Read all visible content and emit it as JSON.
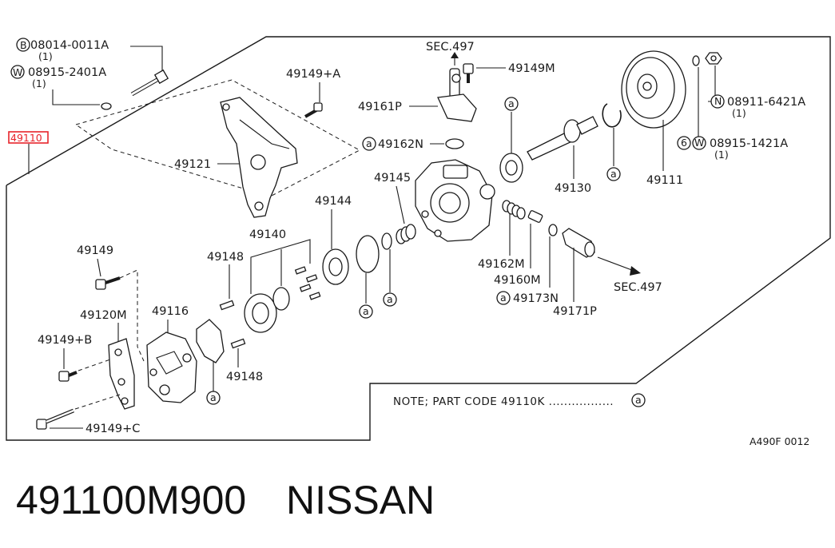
{
  "diagram": {
    "highlight_label": "49110",
    "highlight_color": "#e8242b",
    "labels": {
      "p08014": "08014-0011A",
      "p08014_qty": "(1)",
      "p08915a": "08915-2401A",
      "p08915a_qty": "(1)",
      "p49149a": "49149+A",
      "p49161p": "49161P",
      "sec497_top": "SEC.497",
      "p49149m": "49149M",
      "p49162n": "49162N",
      "p49121": "49121",
      "p49145": "49145",
      "p49144": "49144",
      "p49140": "49140",
      "p49148_top": "49148",
      "p49148_bot": "49148",
      "p49149": "49149",
      "p49120m": "49120M",
      "p49116": "49116",
      "p49149b": "49149+B",
      "p49149c": "49149+C",
      "p49130": "49130",
      "p49111": "49111",
      "p08911": "08911-6421A",
      "p08911_qty": "(1)",
      "p08915b": "08915-1421A",
      "p08915b_qty": "(1)",
      "p49162m": "49162M",
      "p49160m": "49160M",
      "p49173n": "49173N",
      "p49171p": "49171P",
      "sec497_right": "SEC.497"
    },
    "markers": {
      "b": "B",
      "w": "W",
      "n": "N",
      "six": "6",
      "a": "a"
    },
    "note": "NOTE; PART CODE 49110K .................",
    "drawing_code": "A490F 0012"
  },
  "footer": {
    "part_number": "491100M900",
    "brand": "NISSAN"
  }
}
